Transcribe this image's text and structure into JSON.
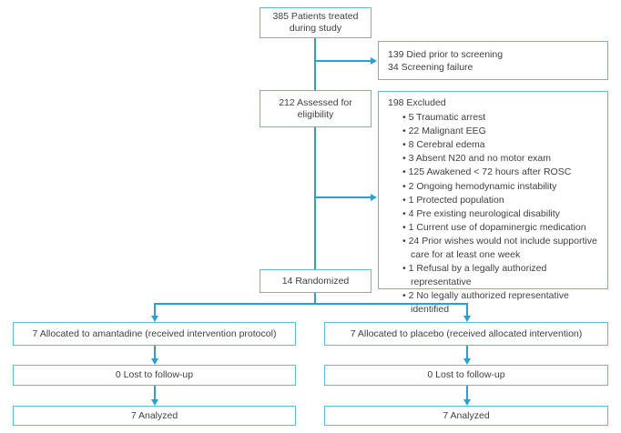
{
  "colors": {
    "box_border": "#5bbdd3",
    "line": "#2aa0d2",
    "text": "#3f3f3f"
  },
  "flow": {
    "treated": {
      "label": "385 Patients treated during study"
    },
    "died": {
      "line1": "139 Died prior to screening",
      "line2": "34 Screening failure"
    },
    "assessed": {
      "label": "212 Assessed for eligibility"
    },
    "excluded": {
      "title": "198 Excluded",
      "items": [
        "5 Traumatic arrest",
        "22 Malignant EEG",
        "8 Cerebral edema",
        "3 Absent N20 and no motor exam",
        "125 Awakened < 72 hours after ROSC",
        "2 Ongoing hemodynamic instability",
        "1 Protected population",
        "4 Pre existing neurological disability",
        "1 Current use of dopaminergic medication",
        "24 Prior wishes would not include supportive care for at least one week",
        "1 Refusal by a legally authorized representative",
        "2 No legally authorized representative identified"
      ]
    },
    "randomized": {
      "label": "14 Randomized"
    },
    "left_arm": {
      "allocated": "7 Allocated to amantadine (received intervention protocol)",
      "lost": "0 Lost to follow-up",
      "analyzed": "7 Analyzed"
    },
    "right_arm": {
      "allocated": "7 Allocated to placebo (received allocated intervention)",
      "lost": "0 Lost to follow-up",
      "analyzed": "7 Analyzed"
    }
  }
}
